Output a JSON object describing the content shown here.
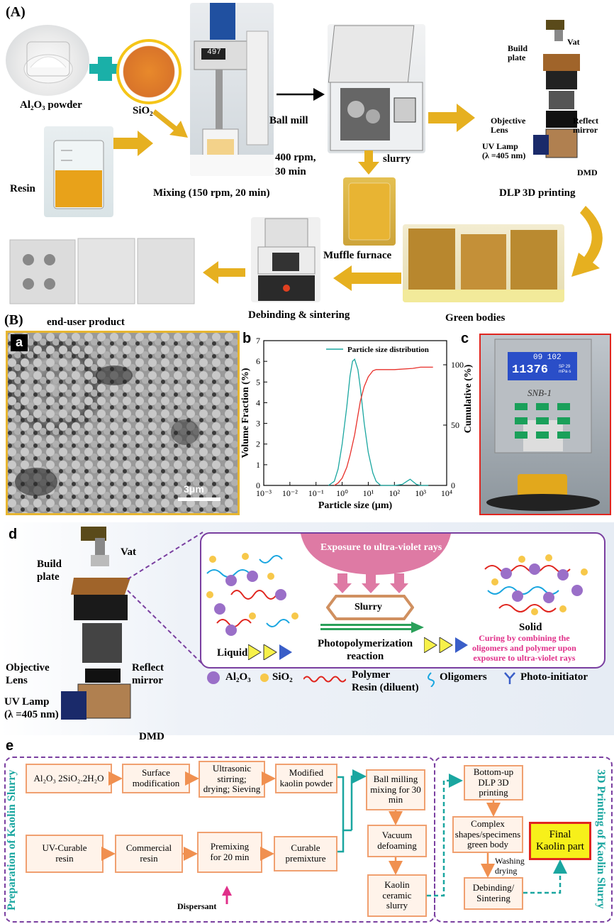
{
  "panelA": {
    "letter": "(A)",
    "al2o3_label": "Al₂O₃  powder",
    "sio2_label": "SiO₂",
    "resin_label": "Resin",
    "mixing_label": "Mixing (150 rpm, 20 min)",
    "ballmill_label": "Ball mill",
    "ballmill_params": "400 rpm,\n30 min",
    "slurry_label": "slurry",
    "dlp_label": "DLP 3D printing",
    "muffle_label": "Muffle furnace",
    "debinding_label": "Debinding & sintering",
    "green_label": "Green bodies",
    "enduser_label": "end-user product",
    "display_value": "497",
    "printer_labels": {
      "build_plate": "Build\nplate",
      "vat": "Vat",
      "objective": "Objective\nLens",
      "reflect": "Reflect\nmirror",
      "uv": "UV Lamp\n(λ =405 nm)",
      "dmd": "DMD"
    }
  },
  "panelB": {
    "letter": "(B)",
    "a_letter": "a",
    "scalebar": "3μm",
    "b_letter": "b",
    "c_letter": "c",
    "device_label": "SNB-1",
    "device_top": "09 102",
    "device_value": "11376",
    "device_small": "SP 29 mPa·s"
  },
  "chart_data": {
    "type": "line",
    "legend": "Particle size distribution",
    "xlabel": "Particle size (μm)",
    "ylabel_left": "Volume Fraction (%)",
    "ylabel_right": "Cumulative  (%)",
    "x_scale": "log",
    "xlim": [
      0.001,
      10000
    ],
    "x_ticks": [
      "10⁻³",
      "10⁻²",
      "10⁻¹",
      "10⁰",
      "10¹",
      "10²",
      "10³",
      "10⁴"
    ],
    "ylim_left": [
      0,
      7
    ],
    "y_ticks_left": [
      "0",
      "1",
      "2",
      "3",
      "4",
      "5",
      "6",
      "7"
    ],
    "ylim_right": [
      0,
      120
    ],
    "y_ticks_right": [
      "0",
      "50",
      "100"
    ],
    "series": [
      {
        "name": "Particle size distribution",
        "axis": "left",
        "color": "#1aa6a0",
        "x": [
          0.3,
          0.5,
          0.7,
          1,
          1.5,
          2,
          2.5,
          3,
          4,
          5,
          7,
          10,
          15,
          20,
          30,
          100,
          200,
          300,
          400,
          500,
          700,
          1000,
          2000
        ],
        "y": [
          0,
          0.2,
          0.8,
          2.0,
          3.8,
          5.3,
          6.0,
          6.1,
          5.6,
          4.7,
          3.0,
          1.6,
          0.6,
          0.2,
          0,
          0,
          0.05,
          0.2,
          0.3,
          0.2,
          0.05,
          0,
          0
        ]
      },
      {
        "name": "Cumulative",
        "axis": "right",
        "color": "#e8302a",
        "x": [
          0.5,
          0.7,
          1,
          1.5,
          2,
          3,
          4,
          5,
          7,
          10,
          15,
          20,
          30,
          100,
          500,
          1000,
          3000
        ],
        "y": [
          0,
          2,
          6,
          15,
          25,
          42,
          58,
          70,
          82,
          90,
          95,
          96,
          96,
          96,
          97,
          98,
          98
        ]
      }
    ]
  },
  "panelD": {
    "letter": "d",
    "build_plate": "Build\nplate",
    "vat": "Vat",
    "objective": "Objective\nLens",
    "reflect": "Reflect\nmirror",
    "uv": "UV Lamp\n(λ =405 nm)",
    "dmd": "DMD",
    "exposure": "Exposure to ultra-violet rays",
    "slurry": "Slurry",
    "liquid": "Liquid",
    "solid": "Solid",
    "photopoly": "Photopolymerization\nreaction",
    "curing": "Curing by combining the\noligomers and polymer upon\nexposure to ultra-violet rays",
    "legend_al2o3": "Al₂O₃",
    "legend_sio2": "SiO₂",
    "legend_polymer": "Polymer\nResin (diluent)",
    "legend_oligomers": "Oligomers",
    "legend_photo": "Photo-initiator"
  },
  "panelE": {
    "letter": "e",
    "left_title": "Preparation of Kaolin Slurry",
    "right_title": "3D Printing of Kaolin Slurry",
    "boxes": {
      "kaolin": "Al₂O₃ 2SiO₂.2H₂O",
      "surface": "Surface\nmodification",
      "ultrasonic": "Ultrasonic\nstirring;\ndrying; Sieving",
      "modified": "Modified\nkaolin powder",
      "uvresin": "UV-Curable\nresin",
      "commercial": "Commercial\nresin",
      "premixing": "Premixing\nfor 20 min",
      "curable": "Curable\npremixture",
      "dispersant": "Dispersant",
      "ballmilling": "Ball milling\nmixing for 30\nmin",
      "vacuum": "Vacuum\ndefoaming",
      "kslurry": "Kaolin\nceramic\nslurry",
      "bottomup": "Bottom-up\nDLP 3D\nprinting",
      "complex": "Complex\nshapes/specimens\ngreen body",
      "washing": "Washing\ndrying",
      "debinding": "Debinding/\nSintering",
      "final": "Final\nKaolin part"
    }
  }
}
